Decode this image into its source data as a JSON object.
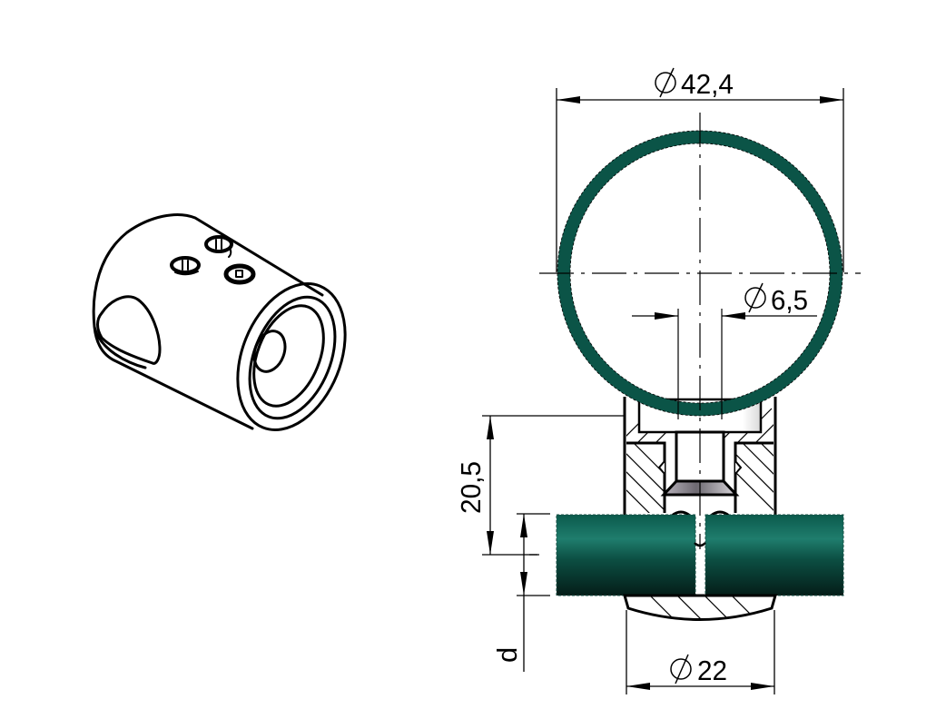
{
  "drawing": {
    "type": "technical-drawing",
    "subject": "Cross bar holder / tube connector",
    "colors": {
      "tube_dark": "#0b5447",
      "tube_mid": "#1f7a6b",
      "tube_darkest": "#062a23",
      "line": "#000000",
      "background": "#ffffff"
    },
    "iso_view": {
      "label": "isometric-view"
    },
    "dimensions": {
      "tube_diameter": {
        "symbol": "⌀",
        "value": "42,4"
      },
      "hole_diameter": {
        "symbol": "⌀",
        "value": "6,5"
      },
      "height": {
        "value": "20,5"
      },
      "bar_diameter": {
        "symbol": "⌀",
        "value": "22"
      },
      "bar_offset": {
        "value": "d"
      }
    }
  }
}
